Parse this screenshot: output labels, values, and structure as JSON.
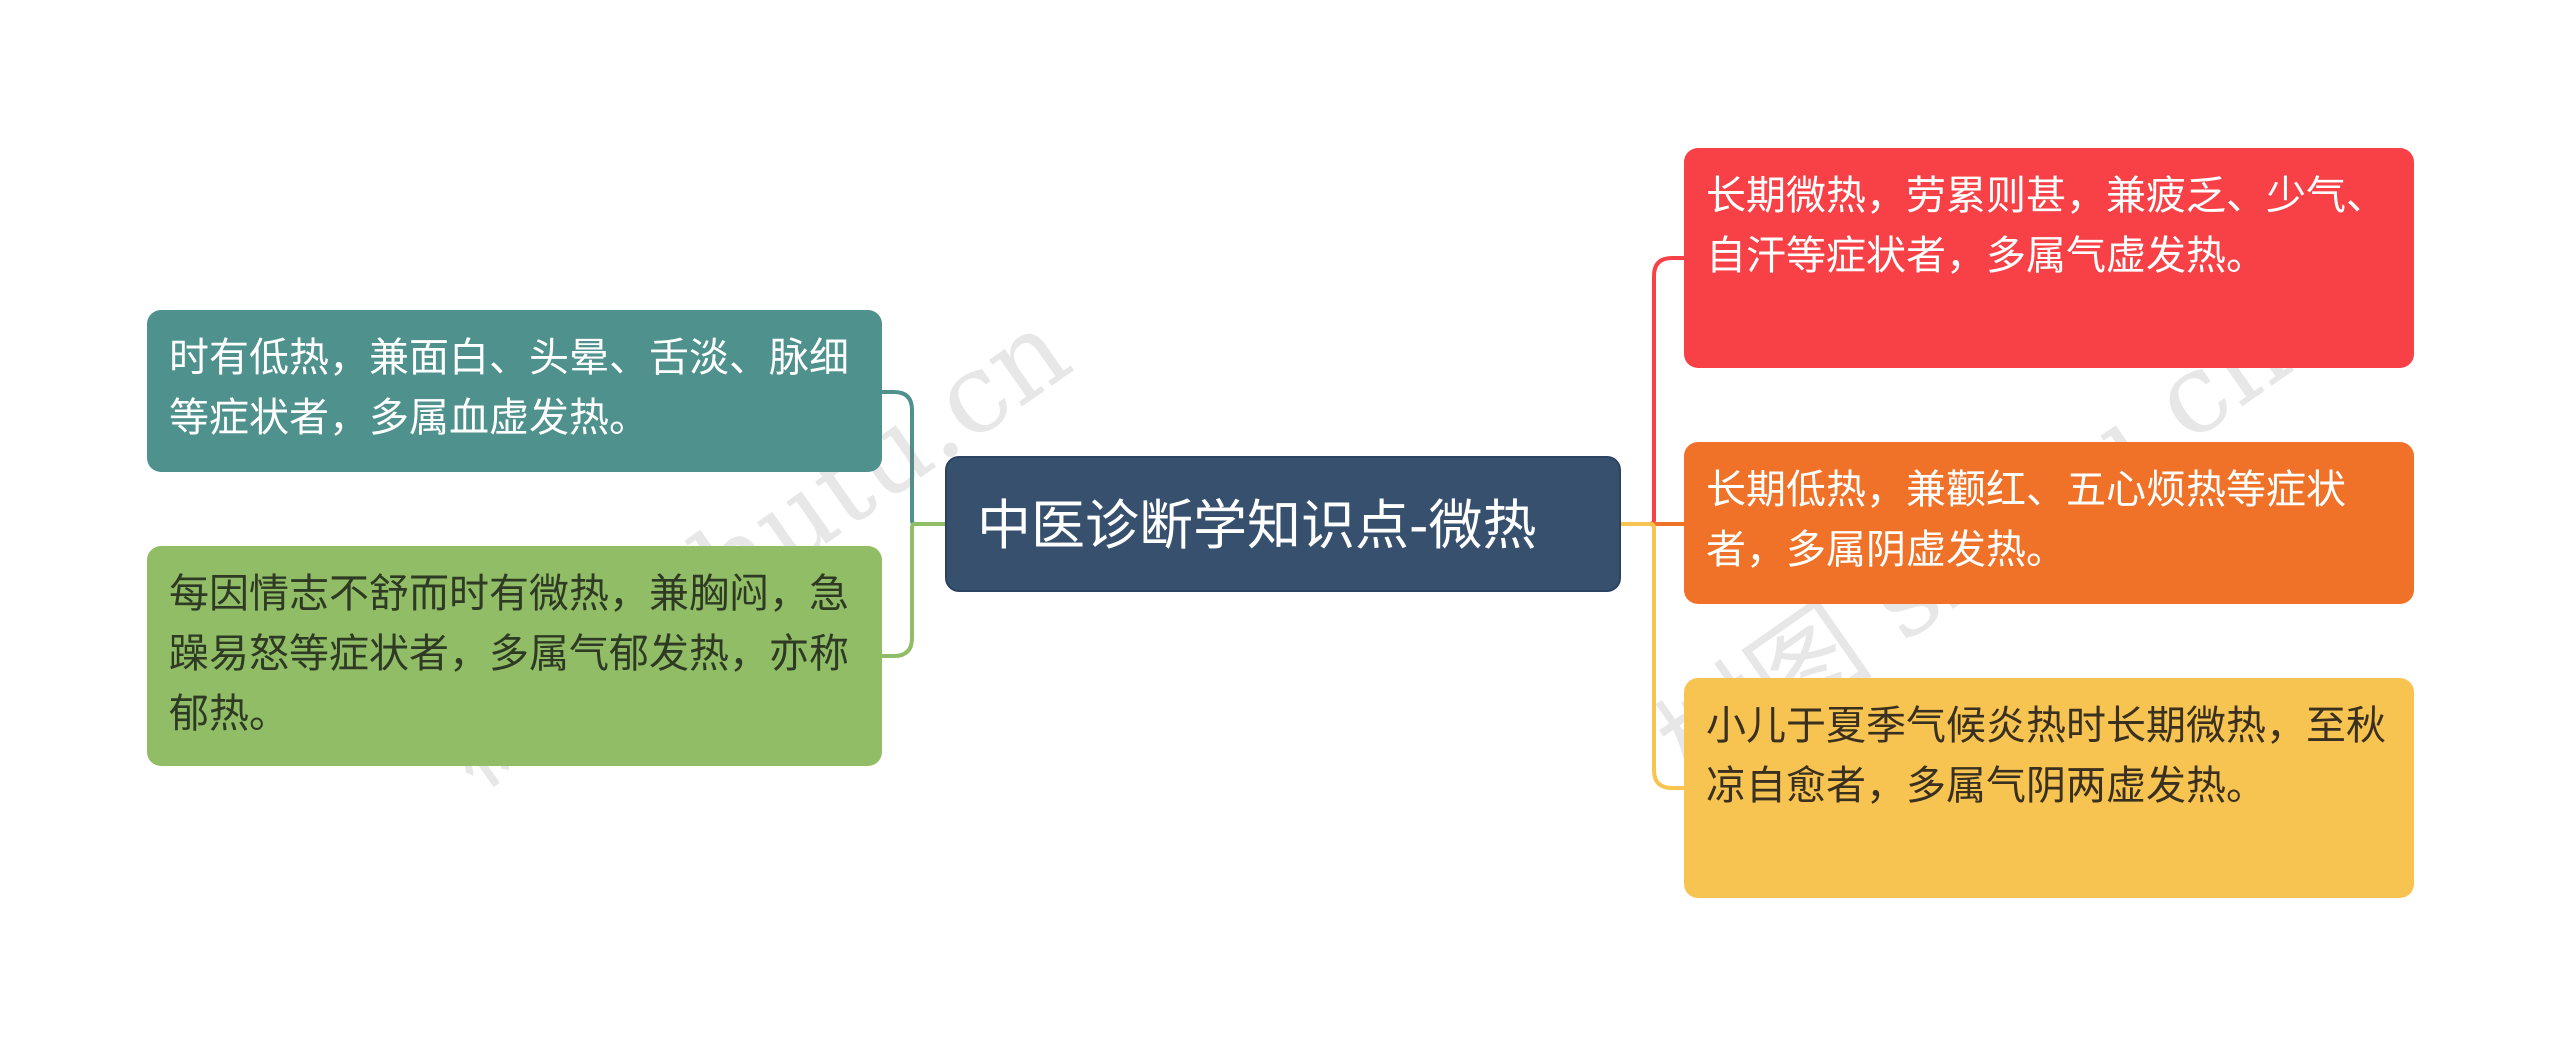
{
  "center": {
    "label": "中医诊断学知识点-微热",
    "color": "#37506e"
  },
  "left_nodes": [
    {
      "text": "时有低热，兼面白、头晕、舌淡、脉细等症状者，多属血虚发热。",
      "color": "#4e918d"
    },
    {
      "text": "每因情志不舒而时有微热，兼胸闷，急躁易怒等症状者，多属气郁发热，亦称郁热。",
      "color": "#91bd67"
    }
  ],
  "right_nodes": [
    {
      "text": "长期微热，劳累则甚，兼疲乏、少气、自汗等症状者，多属气虚发热。",
      "color": "#f84146"
    },
    {
      "text": "长期低热，兼颧红、五心烦热等症状者，多属阴虚发热。",
      "color": "#f07128"
    },
    {
      "text": "小儿于夏季气候炎热时长期微热，至秋凉自愈者，多属气阴两虚发热。",
      "color": "#f7c451"
    }
  ],
  "watermarks": [
    "树图 shutu.cn",
    "树图 shutu.cn"
  ]
}
